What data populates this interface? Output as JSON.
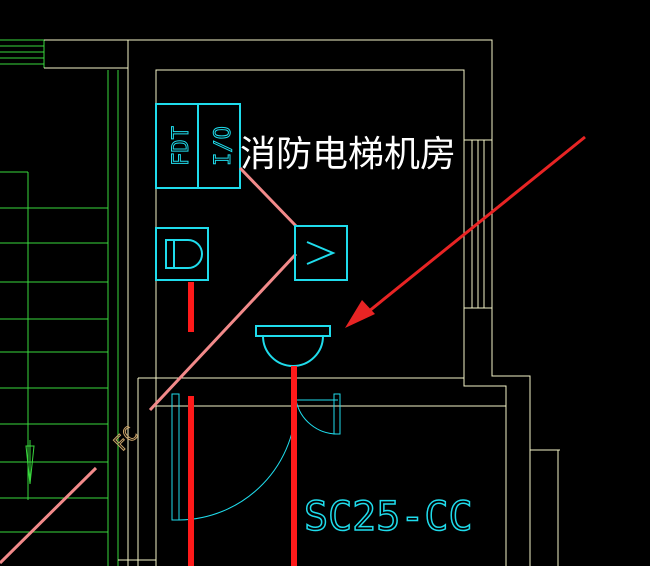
{
  "drawing": {
    "room_name": "消防电梯机房",
    "fdt_label": "FDT",
    "io_label": "I/O",
    "fc_label": "FC",
    "circuit_label": "SC25-CC"
  },
  "colors": {
    "background": "#000000",
    "wall": "#f5f5c8",
    "stair": "#39d83d",
    "device": "#1fdcec",
    "cable_red": "#ff1a1a",
    "link_pink": "#f28a8a",
    "fc_text": "#c9a36a",
    "room_text": "#ffffff",
    "arrow": "#e82424"
  },
  "icons": {
    "fdt_module": "fdt-io-module-icon",
    "telephone": "telephone-jack-icon",
    "switch": "switch-module-icon",
    "smoke_detector": "smoke-detector-icon",
    "arrow": "pointer-arrow-icon"
  }
}
